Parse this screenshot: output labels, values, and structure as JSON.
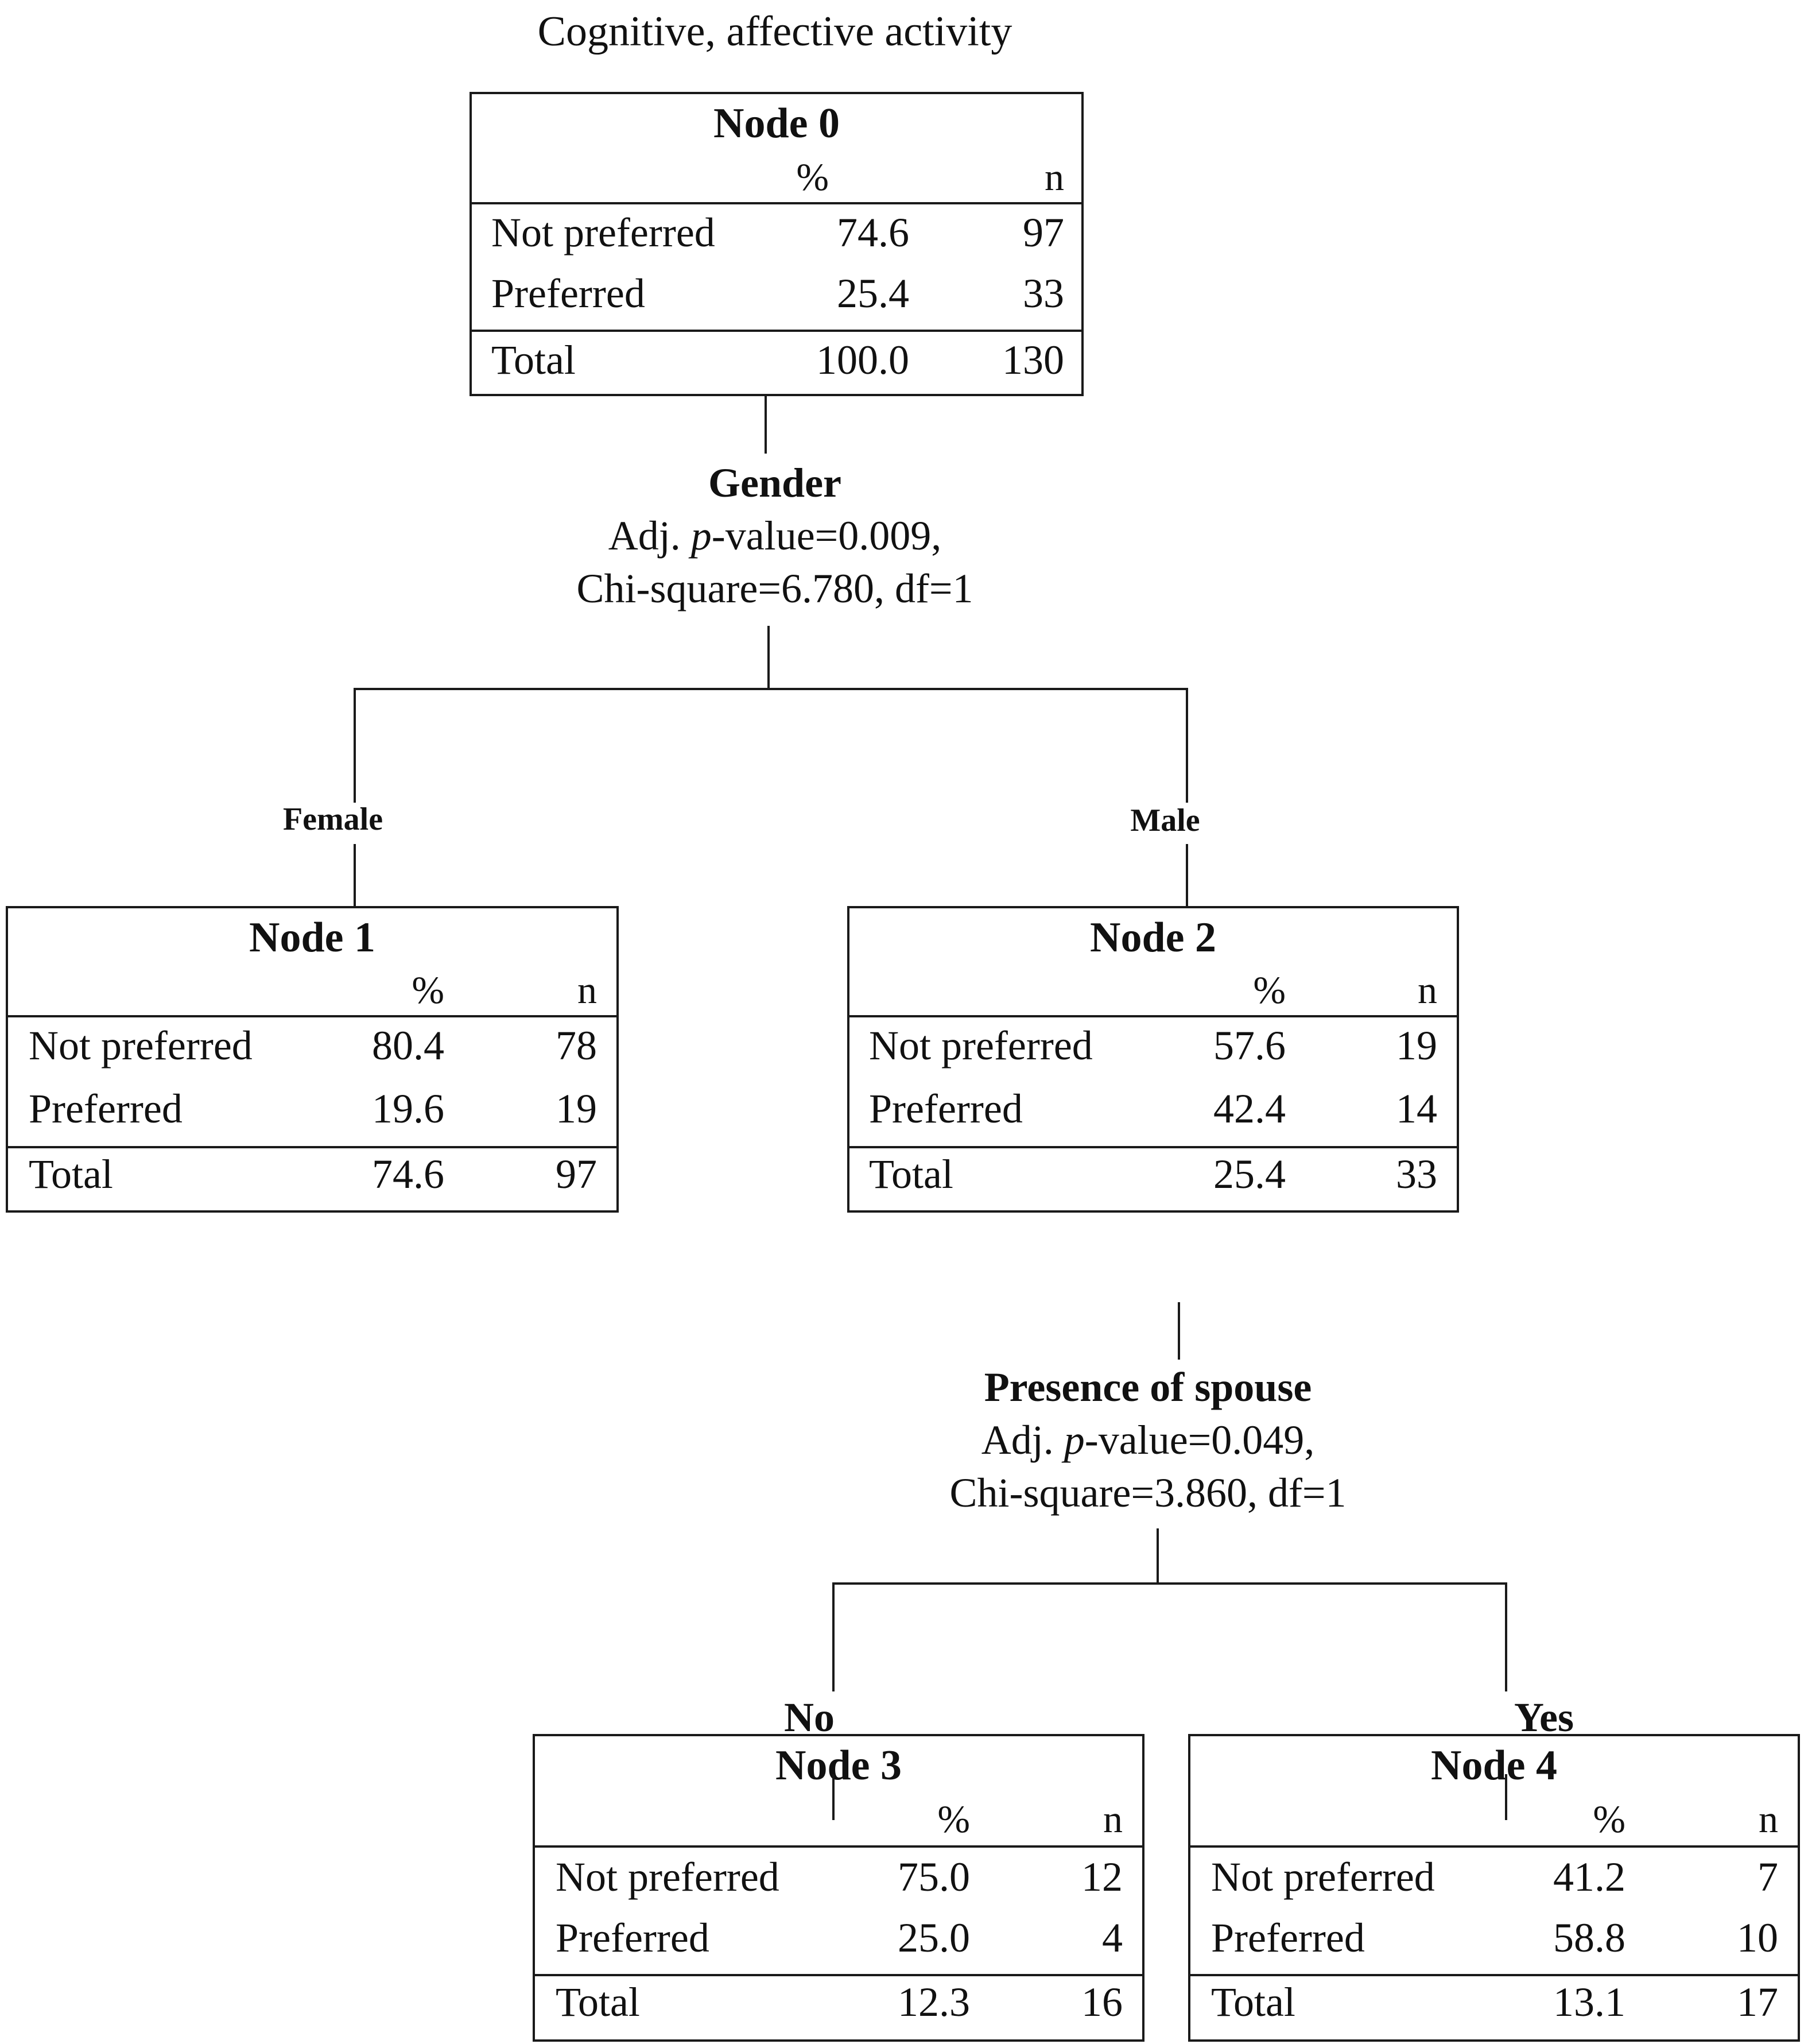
{
  "title": "Cognitive, affective activity",
  "table_headers": {
    "pct": "%",
    "n": "n"
  },
  "row_labels": {
    "not_preferred": "Not preferred",
    "preferred": "Preferred",
    "total": "Total"
  },
  "nodes": [
    {
      "name": "Node 0",
      "not_preferred": {
        "pct": "74.6",
        "n": "97"
      },
      "preferred": {
        "pct": "25.4",
        "n": "33"
      },
      "total": {
        "pct": "100.0",
        "n": "130"
      }
    },
    {
      "name": "Node 1",
      "not_preferred": {
        "pct": "80.4",
        "n": "78"
      },
      "preferred": {
        "pct": "19.6",
        "n": "19"
      },
      "total": {
        "pct": "74.6",
        "n": "97"
      }
    },
    {
      "name": "Node 2",
      "not_preferred": {
        "pct": "57.6",
        "n": "19"
      },
      "preferred": {
        "pct": "42.4",
        "n": "14"
      },
      "total": {
        "pct": "25.4",
        "n": "33"
      }
    },
    {
      "name": "Node 3",
      "not_preferred": {
        "pct": "75.0",
        "n": "12"
      },
      "preferred": {
        "pct": "25.0",
        "n": "4"
      },
      "total": {
        "pct": "12.3",
        "n": "16"
      }
    },
    {
      "name": "Node 4",
      "not_preferred": {
        "pct": "41.2",
        "n": "7"
      },
      "preferred": {
        "pct": "58.8",
        "n": "10"
      },
      "total": {
        "pct": "13.1",
        "n": "17"
      }
    }
  ],
  "splits": [
    {
      "variable": "Gender",
      "adj_prefix": "Adj. ",
      "p_italic": "p",
      "p_value_text": "-value=0.009,",
      "chi_text": "Chi-square=6.780, df=1"
    },
    {
      "variable": "Presence of spouse",
      "adj_prefix": "Adj. ",
      "p_italic": "p",
      "p_value_text": "-value=0.049,",
      "chi_text": "Chi-square=3.860, df=1"
    }
  ],
  "branches": {
    "female": "Female",
    "male": "Male",
    "no": "No",
    "yes": "Yes"
  }
}
